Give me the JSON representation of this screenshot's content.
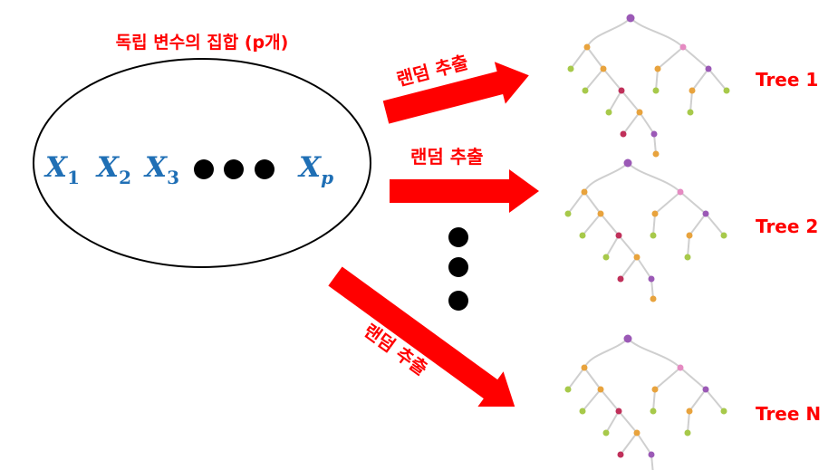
{
  "title": "독립 변수의 집합 (p개)",
  "variables": [
    {
      "base": "X",
      "sub": "1"
    },
    {
      "base": "X",
      "sub": "2"
    },
    {
      "base": "X",
      "sub": "3"
    },
    {
      "base": "X",
      "sub": "p"
    }
  ],
  "arrow_label": "랜덤 추출",
  "trees": [
    {
      "label": "Tree 1"
    },
    {
      "label": "Tree 2"
    },
    {
      "label": "Tree N"
    }
  ],
  "colors": {
    "accent": "#ff0000",
    "variable": "#1f6fb5",
    "node_purple": "#9b59b6",
    "node_orange": "#e8a33d",
    "node_pink": "#e58bc2",
    "node_green": "#a7c94a",
    "node_crimson": "#c0305a"
  }
}
